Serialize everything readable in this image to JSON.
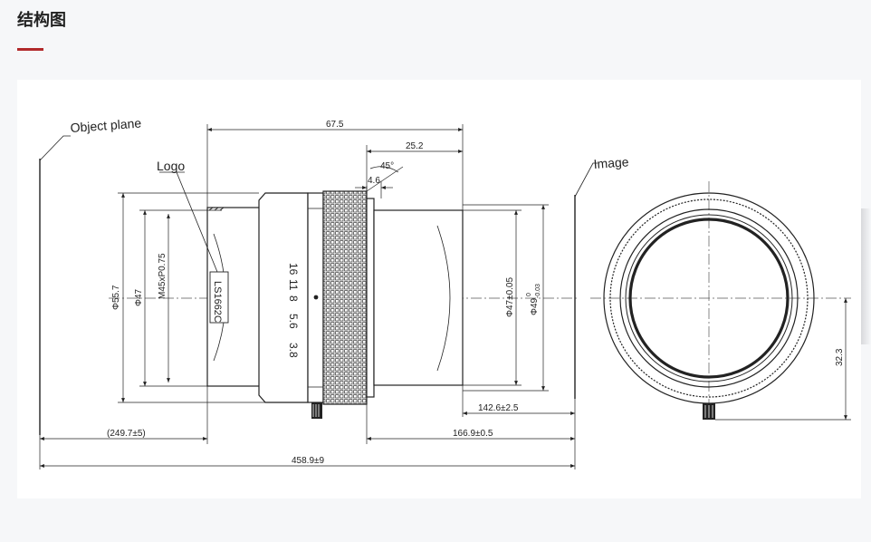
{
  "page": {
    "title": "结构图",
    "accent_color": "#b1292b"
  },
  "diagram": {
    "labels": {
      "object_plane": "Object plane",
      "image": "Image",
      "logo": "Logo",
      "model": "LS1662C"
    },
    "aperture_scale": [
      "16",
      "11",
      "8",
      "5.6",
      "3.8"
    ],
    "dimensions": {
      "total_length": "67.5",
      "rear_length": "25.2",
      "angle": "45°",
      "step": "4.6",
      "diameter_outer": "Φ55.7",
      "diameter_front": "Φ47",
      "front_thread": "M45xP0.75",
      "rear_diameter": "Φ47±0.05",
      "rear_diameter_tol": "Φ49",
      "rear_diameter_tol_sup": "0",
      "rear_diameter_tol_sub": "-0.03",
      "object_distance": "(249.7±5)",
      "image_distance": "166.9±0.5",
      "flange_distance": "142.6±2.5",
      "overall_distance": "458.9±9",
      "screw_height": "32.3"
    }
  }
}
